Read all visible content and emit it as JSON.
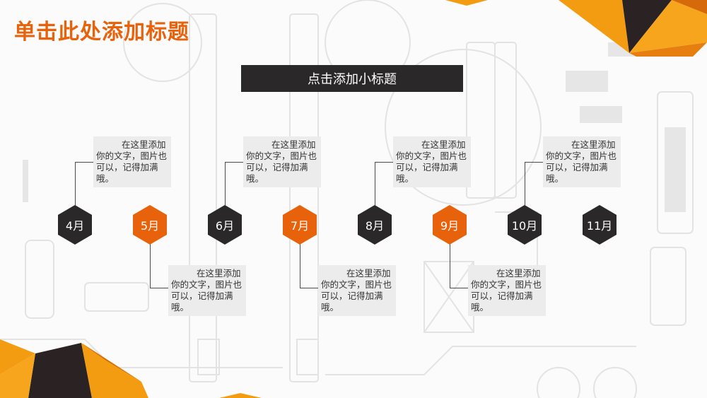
{
  "slide": {
    "title": "单击此处添加标题",
    "subtitle": "点击添加小标题"
  },
  "colors": {
    "accent": "#e8620c",
    "dark": "#2a2828",
    "note_bg": "#ececec"
  },
  "timeline": {
    "months": [
      "4月",
      "5月",
      "6月",
      "7月",
      "8月",
      "9月",
      "10月",
      "11月"
    ],
    "notes": [
      {
        "text": "在这里添加你的文字，图片也可以，记得加满哦。"
      },
      {
        "text": "在这里添加你的文字，图片也可以，记得加满哦。"
      },
      {
        "text": "在这里添加你的文字，图片也可以，记得加满哦。"
      },
      {
        "text": "在这里添加你的文字，图片也可以，记得加满哦。"
      },
      {
        "text": "在这里添加你的文字，图片也可以，记得加满哦。"
      },
      {
        "text": "在这里添加你的文字，图片也可以，记得加满哦。"
      },
      {
        "text": "在这里添加你的文字，图片也可以，记得加满哦。"
      }
    ]
  }
}
